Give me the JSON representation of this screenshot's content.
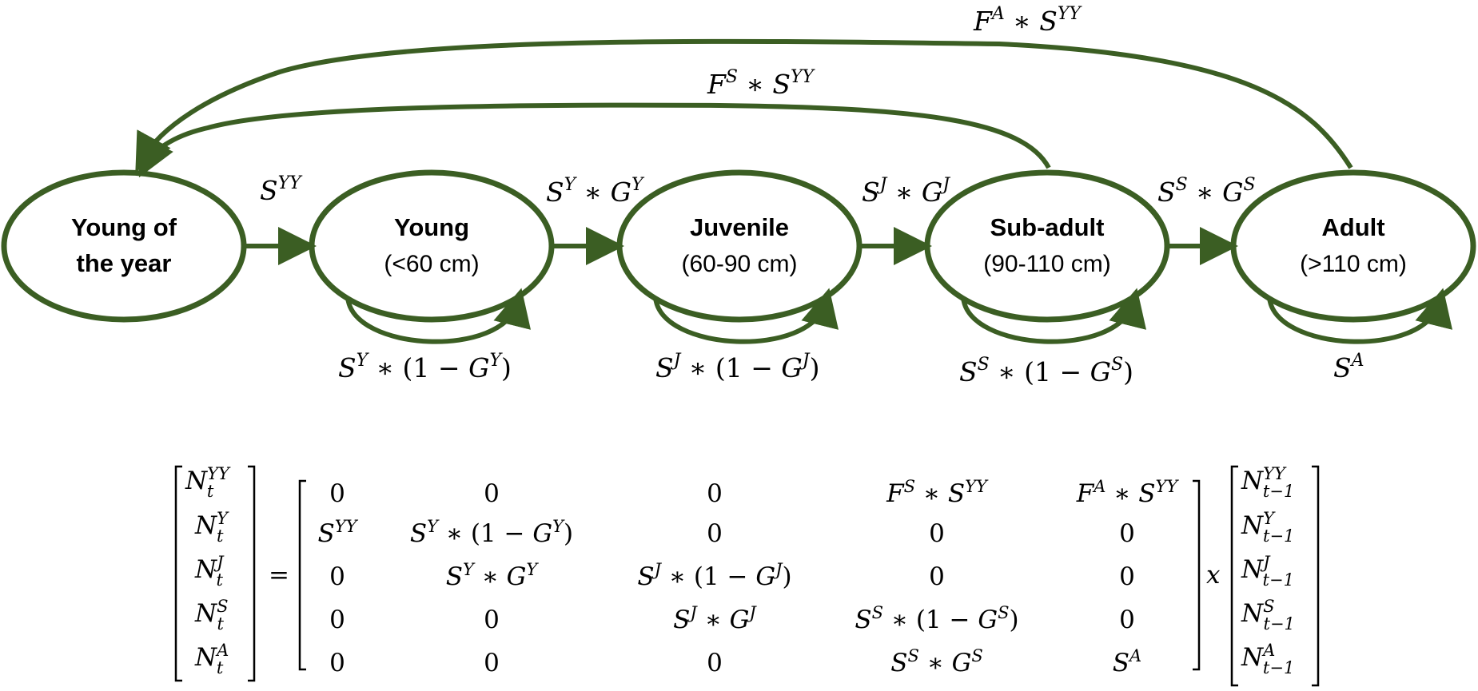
{
  "colors": {
    "accent": "#3b5e23",
    "text": "#000000",
    "background": "#ffffff"
  },
  "stages": [
    {
      "id": "yoy",
      "name_line1": "Young of",
      "name_line2": "the year",
      "size": ""
    },
    {
      "id": "young",
      "name_line1": "Young",
      "name_line2": "",
      "size": "(<60 cm)"
    },
    {
      "id": "juvenile",
      "name_line1": "Juvenile",
      "name_line2": "",
      "size": "(60-90 cm)"
    },
    {
      "id": "subadult",
      "name_line1": "Sub-adult",
      "name_line2": "",
      "size": "(90-110 cm)"
    },
    {
      "id": "adult",
      "name_line1": "Adult",
      "name_line2": "",
      "size": "(>110 cm)"
    }
  ],
  "transitions": {
    "yoy_to_young": {
      "base": "S",
      "sup": "YY",
      "tail": ""
    },
    "young_to_juvenile": {
      "text": "S^Y * G^Y"
    },
    "juvenile_to_subadult": {
      "text": "S^J * G^J"
    },
    "subadult_to_adult": {
      "text": "S^S * G^S"
    },
    "young_self": {
      "text": "S^Y * (1 − G^Y)"
    },
    "juvenile_self": {
      "text": "S^J * (1 − G^J)"
    },
    "subadult_self": {
      "text": "S^S * (1 − G^S)"
    },
    "adult_self": {
      "text": "S^A"
    },
    "subadult_fecundity": {
      "text": "F^S * S^YY"
    },
    "adult_fecundity": {
      "text": "F^A * S^YY"
    }
  },
  "matrix_equation": {
    "lhs": [
      "N_t^YY",
      "N_t^Y",
      "N_t^J",
      "N_t^S",
      "N_t^A"
    ],
    "equals": "=",
    "times": "x",
    "rhs": [
      "N_t−1^YY",
      "N_t−1^Y",
      "N_t−1^J",
      "N_t−1^S",
      "N_t−1^A"
    ],
    "matrix": [
      [
        "0",
        "0",
        "0",
        "F^S * S^YY",
        "F^A * S^YY"
      ],
      [
        "S^YY",
        "S^Y * (1 − G^Y)",
        "0",
        "0",
        "0"
      ],
      [
        "0",
        "S^Y * G^Y",
        "S^J * (1 − G^J)",
        "0",
        "0"
      ],
      [
        "0",
        "0",
        "S^J * G^J",
        "S^S * (1 − G^S)",
        "0"
      ],
      [
        "0",
        "0",
        "0",
        "S^S * G^S",
        "S^A"
      ]
    ]
  }
}
